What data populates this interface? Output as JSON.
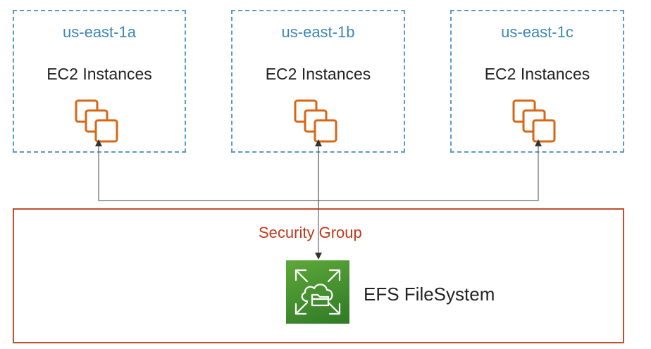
{
  "zones": [
    {
      "name": "us-east-1a",
      "label": "EC2 Instances"
    },
    {
      "name": "us-east-1b",
      "label": "EC2 Instances"
    },
    {
      "name": "us-east-1c",
      "label": "EC2 Instances"
    }
  ],
  "security_group": {
    "label": "Security Group"
  },
  "efs": {
    "label": "EFS FileSystem",
    "icon": "efs-icon"
  },
  "colors": {
    "az_border": "#5b9bc7",
    "az_label": "#3d87b5",
    "sg_border": "#c0502c",
    "sg_label": "#c0391b",
    "ec2_icon": "#d86613",
    "efs_tile": "#3f8f2f"
  }
}
